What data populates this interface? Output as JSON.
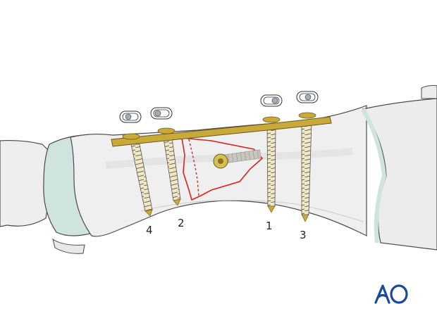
{
  "figure": {
    "description": "Bone with plate fixation, four numbered cortical screws, fracture fragment outlined in red with lag screw",
    "colors": {
      "bone_fill": "#eeeeee",
      "bone_shade": "#dedede",
      "bone_outline": "#4a4a4a",
      "cartilage": "#cfe3df",
      "plate": "#c9a93a",
      "plate_dark": "#8a7220",
      "screw_thread": "#efe8c8",
      "fracture_line": "#e0201c",
      "washer": "#9fb0b8",
      "logo": "#1a4a9a"
    },
    "screw_labels": [
      {
        "id": "4",
        "text": "4"
      },
      {
        "id": "2",
        "text": "2"
      },
      {
        "id": "1",
        "text": "1"
      },
      {
        "id": "3",
        "text": "3"
      }
    ],
    "logo": {
      "text": "AO"
    }
  }
}
